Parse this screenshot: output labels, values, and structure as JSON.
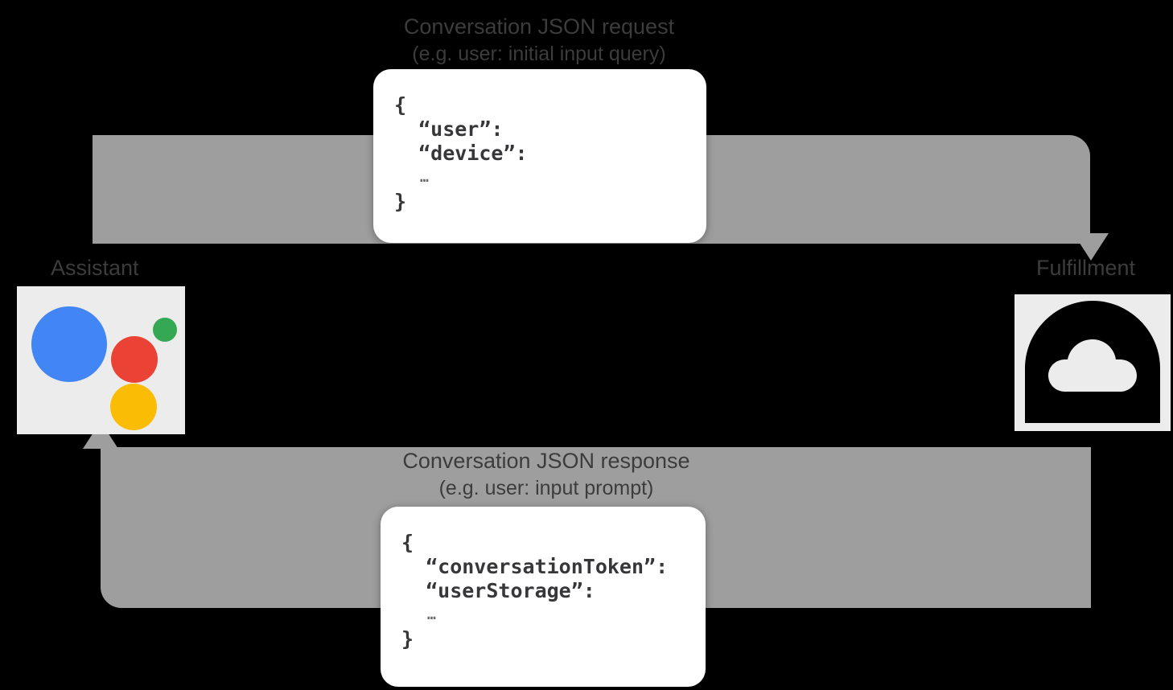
{
  "diagram": {
    "title": "Conversation flow between Assistant and Fulfillment",
    "background_color": "#000000",
    "arrow_color": "#9e9e9e",
    "label_color": "#3c3c3c"
  },
  "flows": {
    "request": {
      "label": "Conversation JSON request",
      "sublabel": "(e.g. user: initial input query)",
      "direction": "assistant-to-fulfillment"
    },
    "response": {
      "label": "Conversation JSON response",
      "sublabel": "(e.g. user: input prompt)",
      "direction": "fulfillment-to-assistant"
    }
  },
  "json_request": {
    "open_brace": "{",
    "lines": [
      "  “user”:",
      "  “device”:"
    ],
    "ellipsis": "…",
    "close_brace": "}"
  },
  "json_response": {
    "open_brace": "{",
    "lines": [
      "  “conversationToken”:",
      "  “userStorage”:"
    ],
    "ellipsis": "…",
    "close_brace": "}"
  },
  "endpoints": {
    "assistant": {
      "caption": "Assistant",
      "icon": "google-assistant-logo",
      "tile_color": "#ececec",
      "dot_colors": {
        "blue": "#4285F4",
        "red": "#EA4335",
        "green": "#34A853",
        "yellow": "#FBBC05"
      }
    },
    "fulfillment": {
      "caption": "Fulfillment",
      "icon": "cloud-functions-icon",
      "tile_color": "#ececec",
      "icon_color": "#000000"
    }
  }
}
